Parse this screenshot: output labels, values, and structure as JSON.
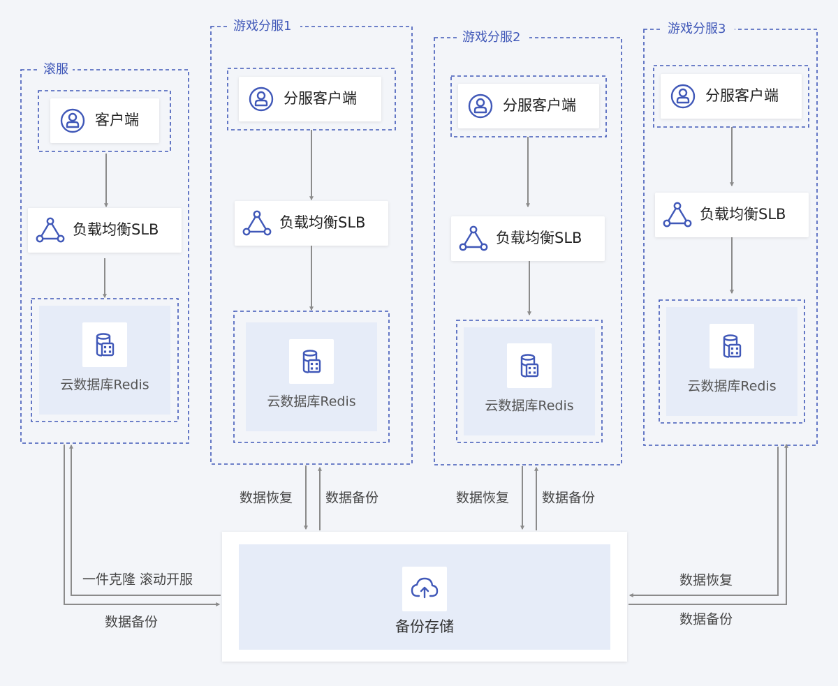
{
  "clusters": [
    {
      "title": "滚服",
      "client": "客户端",
      "slb": "负载均衡SLB",
      "redis": "云数据库Redis"
    },
    {
      "title": "游戏分服1",
      "client": "分服客户端",
      "slb": "负载均衡SLB",
      "redis": "云数据库Redis"
    },
    {
      "title": "游戏分服2",
      "client": "分服客户端",
      "slb": "负载均衡SLB",
      "redis": "云数据库Redis"
    },
    {
      "title": "游戏分服3",
      "client": "分服客户端",
      "slb": "负载均衡SLB",
      "redis": "云数据库Redis"
    }
  ],
  "storage": {
    "label": "备份存储",
    "icon": "cloud-upload-icon"
  },
  "edge_labels": {
    "s1_restore": "数据恢复",
    "s1_backup": "数据备份",
    "s2_restore": "数据恢复",
    "s2_backup": "数据备份",
    "left_clone": "一件克隆  滚动开服",
    "left_backup": "数据备份",
    "right_restore": "数据恢复",
    "right_backup": "数据备份"
  },
  "icons": {
    "client": "user-icon",
    "slb": "load-balancer-icon",
    "redis": "database-icon"
  },
  "colors": {
    "accent": "#4058b8",
    "arrow": "#8b8b8b",
    "panel": "#e6ecf8",
    "background": "#f3f5f9"
  }
}
